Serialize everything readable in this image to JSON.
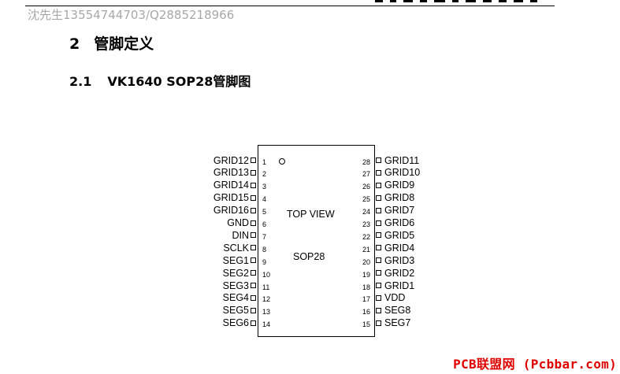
{
  "header": {
    "contact": "沈先生13554744703/Q2885218966"
  },
  "section": {
    "number": "2",
    "title": "管脚定义"
  },
  "subsection": {
    "number": "2.1",
    "title": "VK1640  SOP28管脚图"
  },
  "chip": {
    "top_label": "TOP VIEW",
    "package_label": "SOP28",
    "left_pins": [
      {
        "num": "1",
        "name": "GRID12"
      },
      {
        "num": "2",
        "name": "GRID13"
      },
      {
        "num": "3",
        "name": "GRID14"
      },
      {
        "num": "4",
        "name": "GRID15"
      },
      {
        "num": "5",
        "name": "GRID16"
      },
      {
        "num": "6",
        "name": "GND"
      },
      {
        "num": "7",
        "name": "DIN"
      },
      {
        "num": "8",
        "name": "SCLK"
      },
      {
        "num": "9",
        "name": "SEG1"
      },
      {
        "num": "10",
        "name": "SEG2"
      },
      {
        "num": "11",
        "name": "SEG3"
      },
      {
        "num": "12",
        "name": "SEG4"
      },
      {
        "num": "13",
        "name": "SEG5"
      },
      {
        "num": "14",
        "name": "SEG6"
      }
    ],
    "right_pins": [
      {
        "num": "28",
        "name": "GRID11"
      },
      {
        "num": "27",
        "name": "GRID10"
      },
      {
        "num": "26",
        "name": "GRID9"
      },
      {
        "num": "25",
        "name": "GRID8"
      },
      {
        "num": "24",
        "name": "GRID7"
      },
      {
        "num": "23",
        "name": "GRID6"
      },
      {
        "num": "22",
        "name": "GRID5"
      },
      {
        "num": "21",
        "name": "GRID4"
      },
      {
        "num": "20",
        "name": "GRID3"
      },
      {
        "num": "19",
        "name": "GRID2"
      },
      {
        "num": "18",
        "name": "GRID1"
      },
      {
        "num": "17",
        "name": "VDD"
      },
      {
        "num": "16",
        "name": "SEG8"
      },
      {
        "num": "15",
        "name": "SEG7"
      }
    ]
  },
  "watermark": "PCB联盟网 (Pcbbar.com)"
}
